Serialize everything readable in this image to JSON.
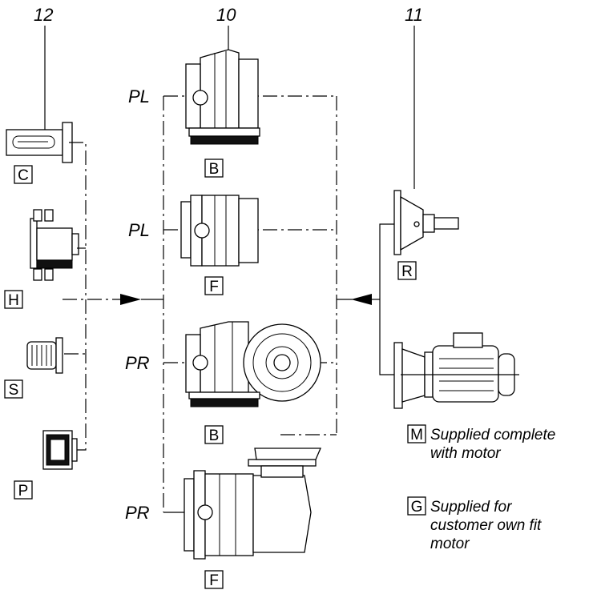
{
  "callouts": {
    "c12": "12",
    "c10": "10",
    "c11": "11"
  },
  "side_labels": {
    "pl1": "PL",
    "pl2": "PL",
    "pr1": "PR",
    "pr2": "PR"
  },
  "left_boxes": {
    "c": "C",
    "h": "H",
    "s": "S",
    "p": "P"
  },
  "center_boxes": {
    "b1": "B",
    "f1": "F",
    "b2": "B",
    "f2": "F"
  },
  "right_boxes": {
    "r": "R",
    "m": "M",
    "g": "G"
  },
  "notes": {
    "m_line1": "Supplied complete",
    "m_line2": "with motor",
    "g_line1": "Supplied for",
    "g_line2": "customer own fit",
    "g_line3": "motor"
  }
}
